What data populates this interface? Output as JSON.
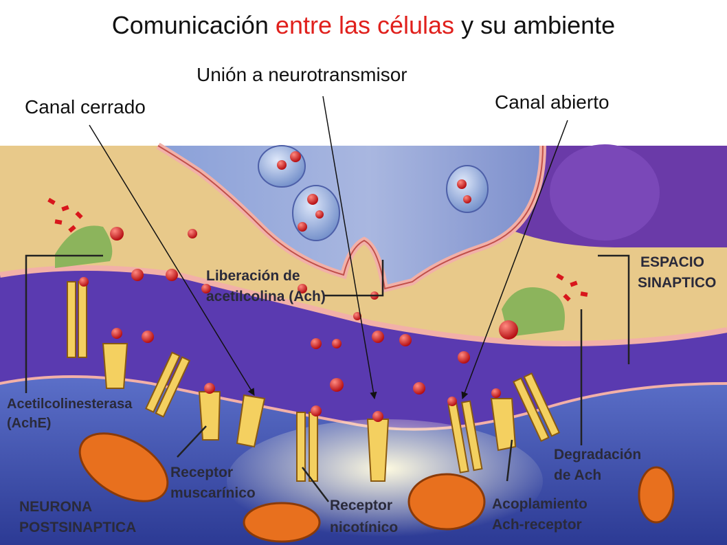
{
  "title": {
    "part1": "Comunicación",
    "part2": "entre las células",
    "part3": "y su ambiente"
  },
  "callouts": {
    "closed_channel": "Canal cerrado",
    "neurotransmitter_binding": "Unión a neurotransmisor",
    "open_channel": "Canal abierto"
  },
  "diagram_labels": {
    "release_line1": "Liberación de",
    "release_line2": "acetilcolina (Ach)",
    "synaptic_space_line1": "ESPACIO",
    "synaptic_space_line2": "SINAPTICO",
    "ache_line1": "Acetilcolinesterasa",
    "ache_line2": "(AchE)",
    "muscarinic_line1": "Receptor",
    "muscarinic_line2": "muscarínico",
    "nicotinic_line1": "Receptor",
    "nicotinic_line2": "nicotínico",
    "coupling_line1": "Acoplamiento",
    "coupling_line2": "Ach-receptor",
    "degradation_line1": "Degradación",
    "degradation_line2": "de Ach",
    "neuron_line1": "NEURONA",
    "neuron_line2": "POSTSINAPTICA"
  },
  "colors": {
    "accent": "#e0201c",
    "background_tan": "#e8c98a",
    "presynaptic_purple": "#6a3aa8",
    "postsynaptic_blue": "#3a4fb0",
    "vesicle_blue": "#8fa7d8",
    "ach_red": "#d8161c",
    "receptor_yellow": "#f4d060",
    "mitochondria_orange": "#e8701e"
  }
}
